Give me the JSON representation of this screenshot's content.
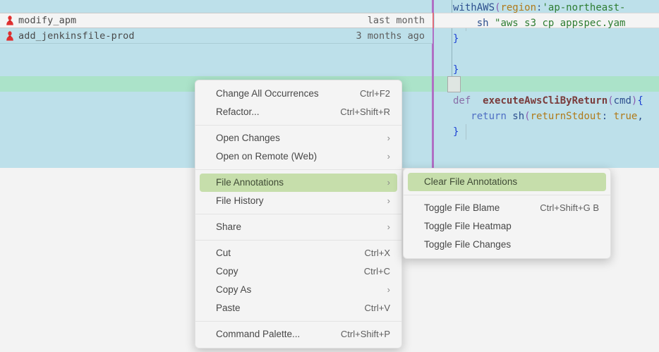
{
  "editor": {
    "blame_rows": [
      {
        "icon": "person-icon",
        "author": "modify_apm",
        "date": "last month"
      },
      {
        "icon": "person-icon",
        "author": "add_jenkinsfile-prod",
        "date": "3 months ago"
      }
    ],
    "code_lines": [
      {
        "tokens": [
          {
            "t": "withAWS",
            "c": "t-plain"
          },
          {
            "t": "(",
            "c": "t-paren"
          },
          {
            "t": "region",
            "c": "t-param"
          },
          {
            "t": ":",
            "c": "t-plain"
          },
          {
            "t": "'ap-northeast-",
            "c": "t-str"
          }
        ]
      },
      {
        "tokens": [
          {
            "t": "    sh ",
            "c": "t-plain"
          },
          {
            "t": "\"aws s3 cp appspec.yam",
            "c": "t-str"
          }
        ]
      },
      {
        "tokens": [
          {
            "t": "}",
            "c": "t-brace"
          }
        ]
      },
      {
        "tokens": []
      },
      {
        "tokens": [
          {
            "t": "}",
            "c": "t-brace"
          }
        ]
      },
      {
        "tokens": []
      },
      {
        "tokens": [
          {
            "t": "def",
            "c": "t-kw"
          },
          {
            "t": "  ",
            "c": "t-plain"
          },
          {
            "t": "executeAwsCliByReturn",
            "c": "t-fn"
          },
          {
            "t": "(",
            "c": "t-paren"
          },
          {
            "t": "cmd",
            "c": "t-id"
          },
          {
            "t": ")",
            "c": "t-paren"
          },
          {
            "t": "{",
            "c": "t-brace"
          }
        ]
      },
      {
        "tokens": [
          {
            "t": "   ",
            "c": "t-plain"
          },
          {
            "t": "return",
            "c": "t-kw2"
          },
          {
            "t": " sh",
            "c": "t-plain"
          },
          {
            "t": "(",
            "c": "t-paren"
          },
          {
            "t": "returnStdout",
            "c": "t-param"
          },
          {
            "t": ": ",
            "c": "t-plain"
          },
          {
            "t": "true",
            "c": "t-param"
          },
          {
            "t": ",",
            "c": "t-plain"
          }
        ]
      },
      {
        "tokens": [
          {
            "t": "}",
            "c": "t-brace"
          }
        ]
      }
    ]
  },
  "context_menu": {
    "name": "editor-context-menu",
    "groups": [
      {
        "items": [
          {
            "label": "Change All Occurrences",
            "accel": "Ctrl+F2",
            "submenu": false,
            "highlighted": false,
            "name": "menu-item-change-all-occurrences"
          },
          {
            "label": "Refactor...",
            "accel": "Ctrl+Shift+R",
            "submenu": false,
            "highlighted": false,
            "name": "menu-item-refactor"
          }
        ]
      },
      {
        "items": [
          {
            "label": "Open Changes",
            "accel": "",
            "submenu": true,
            "highlighted": false,
            "name": "menu-item-open-changes"
          },
          {
            "label": "Open on Remote (Web)",
            "accel": "",
            "submenu": true,
            "highlighted": false,
            "name": "menu-item-open-on-remote-web"
          }
        ]
      },
      {
        "items": [
          {
            "label": "File Annotations",
            "accel": "",
            "submenu": true,
            "highlighted": true,
            "name": "menu-item-file-annotations"
          },
          {
            "label": "File History",
            "accel": "",
            "submenu": true,
            "highlighted": false,
            "name": "menu-item-file-history"
          }
        ]
      },
      {
        "items": [
          {
            "label": "Share",
            "accel": "",
            "submenu": true,
            "highlighted": false,
            "name": "menu-item-share"
          }
        ]
      },
      {
        "items": [
          {
            "label": "Cut",
            "accel": "Ctrl+X",
            "submenu": false,
            "highlighted": false,
            "name": "menu-item-cut"
          },
          {
            "label": "Copy",
            "accel": "Ctrl+C",
            "submenu": false,
            "highlighted": false,
            "name": "menu-item-copy"
          },
          {
            "label": "Copy As",
            "accel": "",
            "submenu": true,
            "highlighted": false,
            "name": "menu-item-copy-as"
          },
          {
            "label": "Paste",
            "accel": "Ctrl+V",
            "submenu": false,
            "highlighted": false,
            "name": "menu-item-paste"
          }
        ]
      },
      {
        "items": [
          {
            "label": "Command Palette...",
            "accel": "Ctrl+Shift+P",
            "submenu": false,
            "highlighted": false,
            "name": "menu-item-command-palette"
          }
        ]
      }
    ]
  },
  "submenu": {
    "name": "file-annotations-submenu",
    "groups": [
      {
        "items": [
          {
            "label": "Clear File Annotations",
            "accel": "",
            "submenu": false,
            "highlighted": true,
            "name": "submenu-item-clear-file-annotations"
          }
        ]
      },
      {
        "items": [
          {
            "label": "Toggle File Blame",
            "accel": "Ctrl+Shift+G B",
            "submenu": false,
            "highlighted": false,
            "name": "submenu-item-toggle-file-blame"
          },
          {
            "label": "Toggle File Heatmap",
            "accel": "",
            "submenu": false,
            "highlighted": false,
            "name": "submenu-item-toggle-file-heatmap"
          },
          {
            "label": "Toggle File Changes",
            "accel": "",
            "submenu": false,
            "highlighted": false,
            "name": "submenu-item-toggle-file-changes"
          }
        ]
      }
    ]
  },
  "colors": {
    "blame_background": "#bde0ea",
    "current_line": "#abe3c9",
    "menu_highlight": "#c6deab",
    "menu_background": "#f4f4f4",
    "divider_rule": "#b06fc4",
    "uncommitted_marker": "#e06a78",
    "author_icon": "#e03030"
  }
}
